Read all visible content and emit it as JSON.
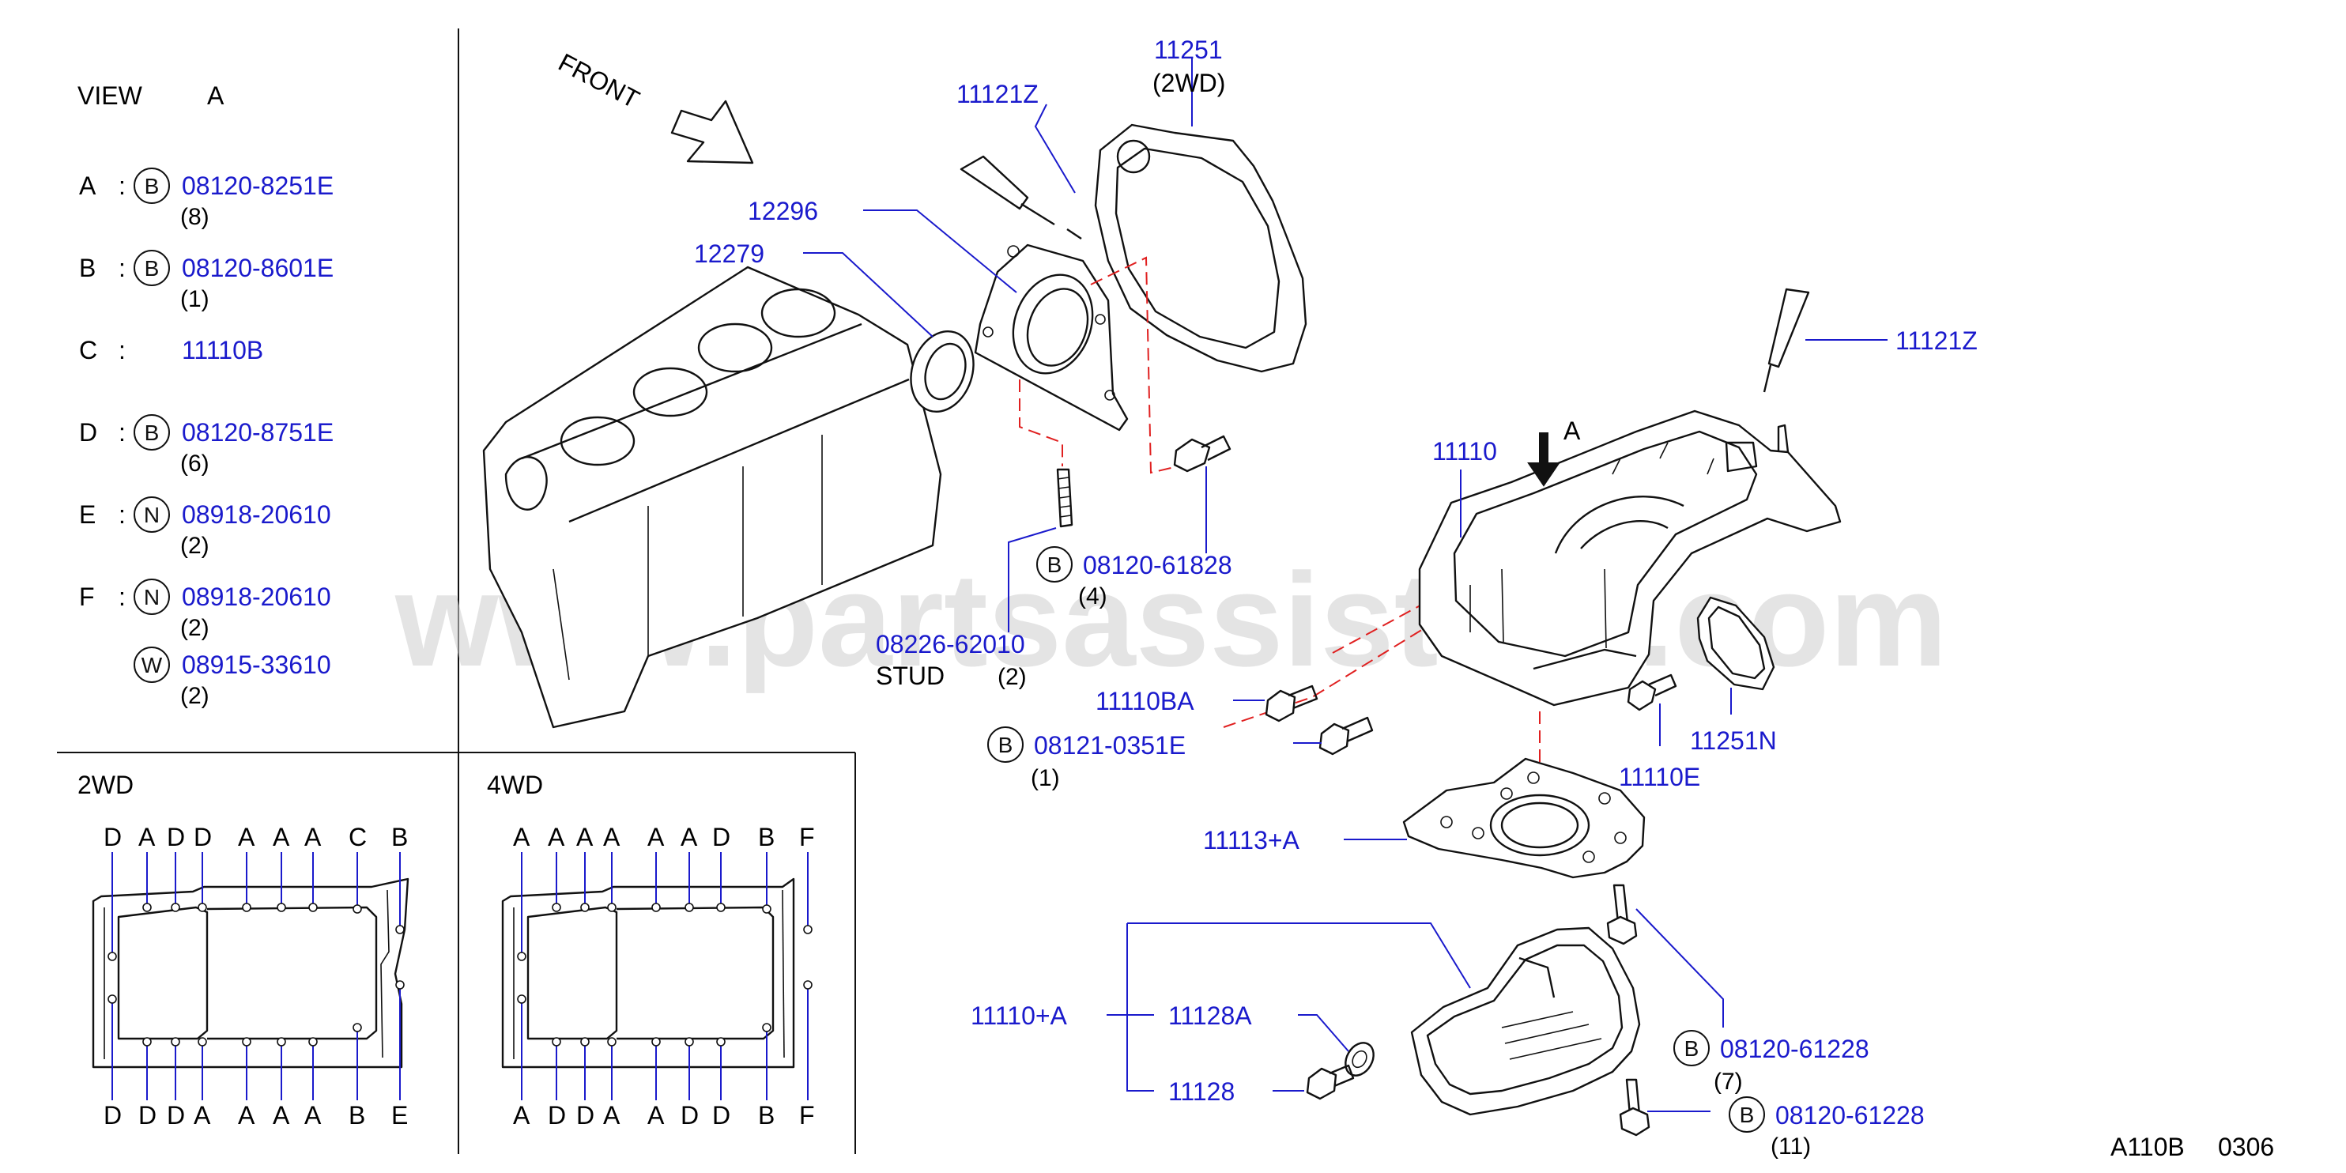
{
  "watermark": "www.partsassistent.com",
  "footer": {
    "ref": "A110B",
    "date": "0306"
  },
  "view_panel": {
    "title": "VIEW",
    "view_letter": "A",
    "rows": [
      {
        "key": "A",
        "sep": ":",
        "badge": "B",
        "part": "08120-8251E",
        "qty": "(8)"
      },
      {
        "key": "B",
        "sep": ":",
        "badge": "B",
        "part": "08120-8601E",
        "qty": "(1)"
      },
      {
        "key": "C",
        "sep": ":",
        "badge": "",
        "part": "11110B",
        "qty": ""
      },
      {
        "key": "D",
        "sep": ":",
        "badge": "B",
        "part": "08120-8751E",
        "qty": "(6)"
      },
      {
        "key": "E",
        "sep": ":",
        "badge": "N",
        "part": "08918-20610",
        "qty": "(2)"
      },
      {
        "key": "F",
        "sep": ":",
        "badge": "N",
        "part": "08918-20610",
        "qty": "(2)"
      },
      {
        "key": "",
        "sep": "",
        "badge": "W",
        "part": "08915-33610",
        "qty": "(2)"
      }
    ]
  },
  "layout_2wd": {
    "title": "2WD",
    "top_letters": [
      "D",
      "A",
      "D",
      "D",
      "A",
      "A",
      "A",
      "C",
      "B"
    ],
    "bottom_letters": [
      "D",
      "D",
      "D",
      "A",
      "A",
      "A",
      "A",
      "B",
      "E"
    ]
  },
  "layout_4wd": {
    "title": "4WD",
    "top_letters": [
      "A",
      "A",
      "A",
      "A",
      "A",
      "A",
      "D",
      "B",
      "F"
    ],
    "bottom_letters": [
      "A",
      "D",
      "D",
      "A",
      "A",
      "D",
      "D",
      "B",
      "F"
    ]
  },
  "front_label": "FRONT",
  "view_arrow_label": "A",
  "callouts": {
    "p11251": "11251",
    "p11251_note": "(2WD)",
    "p11121Z_top": "11121Z",
    "p12296": "12296",
    "p12279": "12279",
    "p11121Z_right": "11121Z",
    "p11110": "11110",
    "b_08120_61828": {
      "badge": "B",
      "part": "08120-61828",
      "qty": "(4)"
    },
    "stud": {
      "part": "08226-62010",
      "label": "STUD",
      "qty": "(2)"
    },
    "p11110BA": "11110BA",
    "b_08121_0351E": {
      "badge": "B",
      "part": "08121-0351E",
      "qty": "(1)"
    },
    "p11251N": "11251N",
    "p11110E": "11110E",
    "p11113A": "11113+A",
    "p11110A": "11110+A",
    "p11128A": "11128A",
    "p11128": "11128",
    "b_08120_61228_a": {
      "badge": "B",
      "part": "08120-61228",
      "qty": "(7)"
    },
    "b_08120_61228_b": {
      "badge": "B",
      "part": "08120-61228",
      "qty": "(11)"
    }
  }
}
